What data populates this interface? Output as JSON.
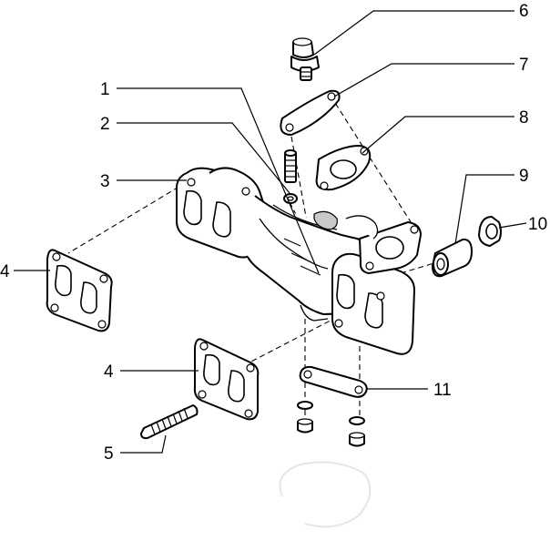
{
  "diagram": {
    "callouts": [
      {
        "number": "1"
      },
      {
        "number": "2"
      },
      {
        "number": "3"
      },
      {
        "number": "4"
      },
      {
        "number": "4"
      },
      {
        "number": "5"
      },
      {
        "number": "6"
      },
      {
        "number": "7"
      },
      {
        "number": "8"
      },
      {
        "number": "9"
      },
      {
        "number": "10"
      },
      {
        "number": "11"
      }
    ]
  }
}
